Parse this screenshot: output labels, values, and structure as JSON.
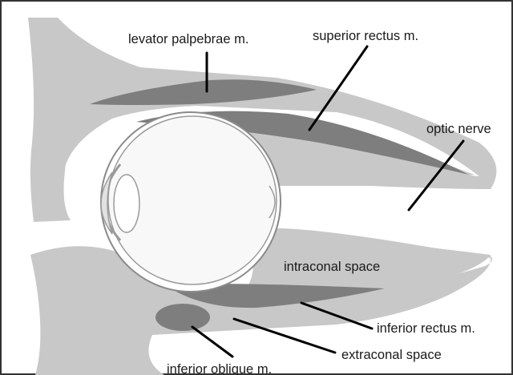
{
  "labels": {
    "levator": "levator palpebrae m.",
    "superior_rectus": "superior rectus m.",
    "optic_nerve": "optic nerve",
    "intraconal": "intraconal space",
    "inferior_rectus": "inferior rectus m.",
    "extraconal": "extraconal space",
    "inferior_oblique": "inferior oblique m."
  },
  "colors": {
    "bone": "#c8c8c8",
    "muscle": "#7e7e7e",
    "background": "#ffffff",
    "outline": "#8a8a8a",
    "frame": "#333333",
    "leader_line": "#000000"
  }
}
